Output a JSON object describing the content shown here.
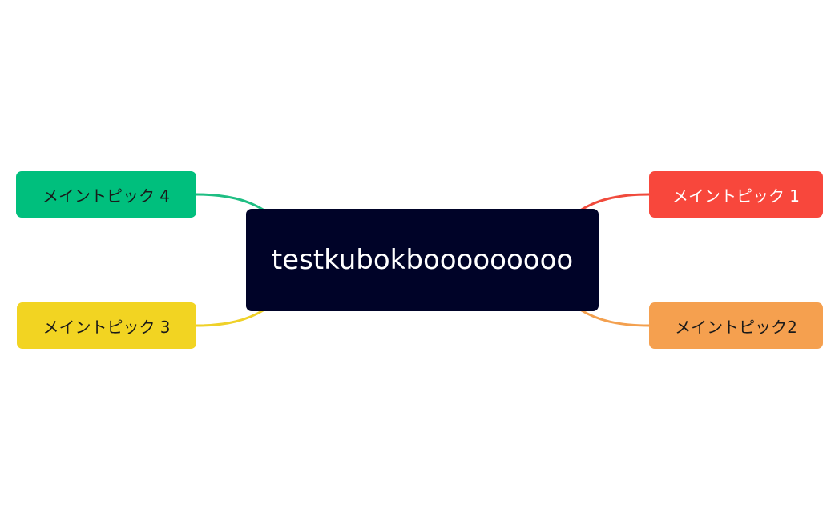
{
  "central_topic": {
    "label": "testkubokbooooooooo",
    "bg": "#000328",
    "fg": "#ffffff"
  },
  "topics": [
    {
      "id": "topic1",
      "label": "メイントピック 1",
      "bg": "#F8473C",
      "fg": "#ffffff",
      "line": "#F04A3C"
    },
    {
      "id": "topic2",
      "label": "メイントピック2",
      "bg": "#F5A04F",
      "fg": "#1a1a1a",
      "line": "#F3A04F"
    },
    {
      "id": "topic3",
      "label": "メイントピック 3",
      "bg": "#F2D422",
      "fg": "#1a1a1a",
      "line": "#EFD129"
    },
    {
      "id": "topic4",
      "label": "メイントピック 4",
      "bg": "#00BF7D",
      "fg": "#1a1a1a",
      "line": "#1FBE83"
    }
  ]
}
